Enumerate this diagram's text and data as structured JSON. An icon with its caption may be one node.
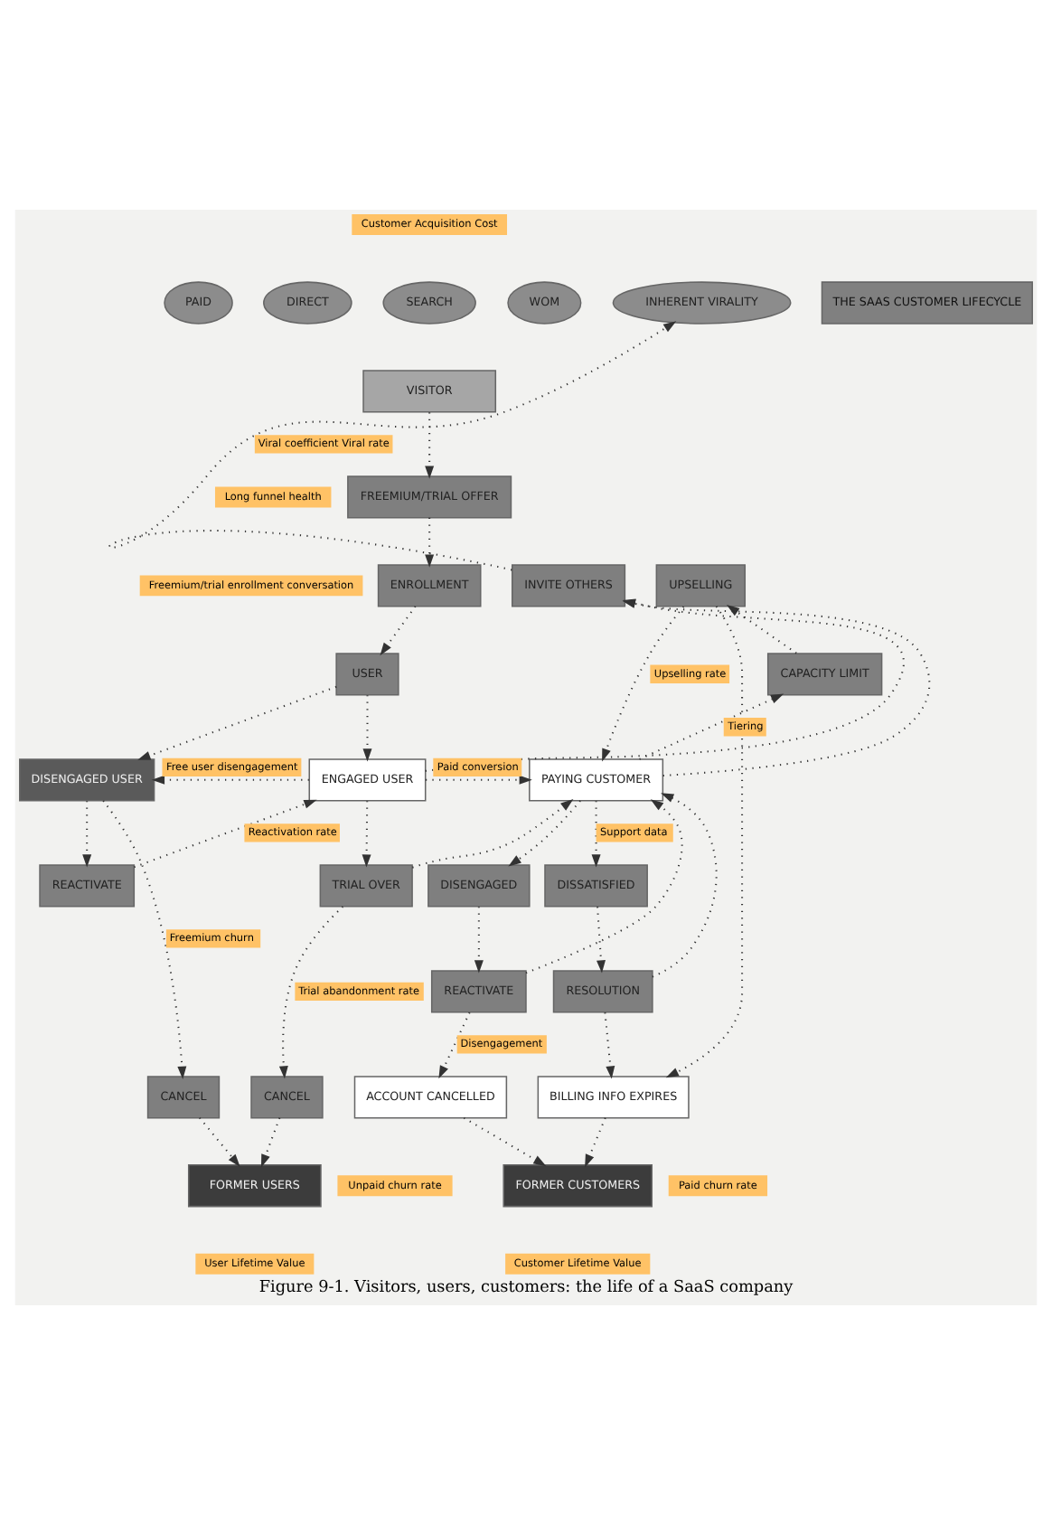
{
  "diagram": {
    "caption": "Figure 9-1. Visitors, users, customers: the life of a SaaS company",
    "nodes": [
      {
        "text": [
          "PAID"
        ]
      },
      {
        "text": [
          "DIRECT"
        ]
      },
      {
        "text": [
          "SEARCH"
        ]
      },
      {
        "text": [
          "WOM"
        ]
      },
      {
        "text": [
          "INHERENT VIRALITY"
        ]
      },
      {
        "text": [
          "VISITOR"
        ]
      },
      {
        "text": [
          "FREEMIUM/TRIAL OFFER"
        ]
      },
      {
        "text": [
          "ENROLLMENT"
        ]
      },
      {
        "text": [
          "INVITE OTHERS"
        ]
      },
      {
        "text": [
          "UPSELLING"
        ]
      },
      {
        "text": [
          "USER"
        ]
      },
      {
        "text": [
          "CAPACITY LIMIT"
        ]
      },
      {
        "text": [
          "DISENGAGED USER"
        ]
      },
      {
        "text": [
          "ENGAGED USER"
        ]
      },
      {
        "text": [
          "PAYING CUSTOMER"
        ]
      },
      {
        "text": [
          "REACTIVATE"
        ]
      },
      {
        "text": [
          "TRIAL OVER"
        ]
      },
      {
        "text": [
          "DISENGAGED"
        ]
      },
      {
        "text": [
          "DISSATISFIED"
        ]
      },
      {
        "text": [
          "REACTIVATE"
        ]
      },
      {
        "text": [
          "RESOLUTION"
        ]
      },
      {
        "text": [
          "CANCEL"
        ]
      },
      {
        "text": [
          "CANCEL"
        ]
      },
      {
        "text": [
          "ACCOUNT CANCELLED"
        ]
      },
      {
        "text": [
          "BILLING INFO EXPIRES"
        ]
      },
      {
        "text": [
          "FORMER USERS"
        ]
      },
      {
        "text": [
          "FORMER CUSTOMERS"
        ]
      },
      {
        "text": [
          "THE SAAS CUSTOMER LIFECYCLE"
        ]
      }
    ],
    "edges": [
      {
        "from": 5,
        "to": 6,
        "arrow": "to"
      },
      {
        "from": 6,
        "to": 7,
        "arrow": "to"
      },
      {
        "from": 7,
        "to": 10,
        "arrow": "to"
      },
      {
        "from": 10,
        "to": 12,
        "arrow": "to"
      },
      {
        "from": 10,
        "to": 13,
        "arrow": "to"
      },
      {
        "from": 13,
        "to": 8,
        "arrow": "to"
      },
      {
        "from": 13,
        "to": 12,
        "arrow": "to",
        "label": "Free user disengagement"
      },
      {
        "from": 12,
        "to": 15,
        "arrow": "to"
      },
      {
        "from": 15,
        "to": 13,
        "arrow": "to",
        "label": "Reactivation rate"
      },
      {
        "from": 13,
        "to": 16,
        "arrow": "to"
      },
      {
        "from": 16,
        "to": 14,
        "arrow": "to"
      },
      {
        "from": 13,
        "to": 14,
        "arrow": "to",
        "label": "Paid conversion"
      },
      {
        "from": 14,
        "to": 8,
        "arrow": "to"
      },
      {
        "from": 8,
        "to": 4,
        "arrow": "to",
        "label": "Viral coefficient Viral rate"
      },
      {
        "from": 9,
        "to": 14,
        "arrow": "to",
        "label": "Upselling rate"
      },
      {
        "from": 14,
        "to": 11,
        "arrow": "to",
        "label": "Tiering"
      },
      {
        "from": 11,
        "to": 9,
        "arrow": "to"
      },
      {
        "from": 9,
        "to": 24,
        "arrow": "to"
      },
      {
        "from": 14,
        "to": 17,
        "arrow": "to"
      },
      {
        "from": 14,
        "to": 18,
        "arrow": "to",
        "label": "Support data"
      },
      {
        "from": 17,
        "to": 19,
        "arrow": "to"
      },
      {
        "from": 18,
        "to": 20,
        "arrow": "to"
      },
      {
        "from": 19,
        "to": 14,
        "arrow": "to"
      },
      {
        "from": 20,
        "to": 14,
        "arrow": "to"
      },
      {
        "from": 19,
        "to": 23,
        "arrow": "to",
        "label": "Disengagement"
      },
      {
        "from": 20,
        "to": 24,
        "arrow": "to"
      },
      {
        "from": 12,
        "to": 21,
        "arrow": "to",
        "label": "Freemium churn"
      },
      {
        "from": 16,
        "to": 22,
        "arrow": "to",
        "label": "Trial abandonment rate"
      },
      {
        "from": 21,
        "to": 25,
        "arrow": "to"
      },
      {
        "from": 22,
        "to": 25,
        "arrow": "to"
      },
      {
        "from": 23,
        "to": 26,
        "arrow": "to"
      },
      {
        "from": 24,
        "to": 26,
        "arrow": "to"
      }
    ],
    "labels": [
      "Customer Acquisition Cost",
      "Long funnel health",
      "Freemium/trial enrollment conversation",
      "Unpaid churn rate",
      "Paid churn rate",
      "User Lifetime Value",
      "Customer Lifetime Value"
    ]
  }
}
